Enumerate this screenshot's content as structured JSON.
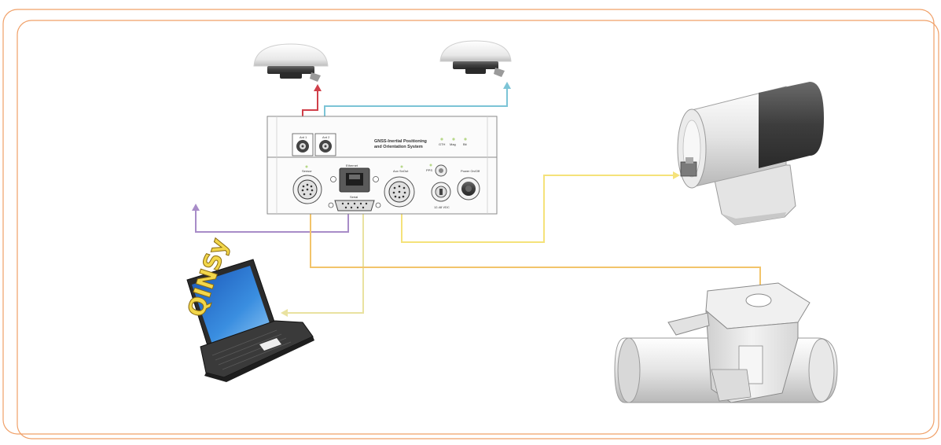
{
  "device": {
    "title_line1": "GNSS-Inertial Positioning",
    "title_line2": "and Orientation System",
    "leds": [
      "GTH",
      "Mag",
      "Bit"
    ],
    "antenna_ports": [
      "Ant 1",
      "Ant 2"
    ],
    "port_labels": {
      "ethernet": "Ethernet",
      "sensor": "Sensor",
      "serial": "Serial",
      "aux": "Aux SnOut",
      "pps": "PPS",
      "power_switch": "Power On/Off",
      "power_in": "12-48 VDC"
    }
  },
  "laptop": {
    "software": "QINSy"
  },
  "colors": {
    "frame": "#f0a068",
    "ant1_cable": "#d0404a",
    "ant2_cable": "#7cc4d6",
    "serial_cable": "#a88cc8",
    "laptop_cable": "#e9e2a0",
    "sensor_cable": "#f2c46a",
    "aux_cable": "#f5e27a"
  }
}
